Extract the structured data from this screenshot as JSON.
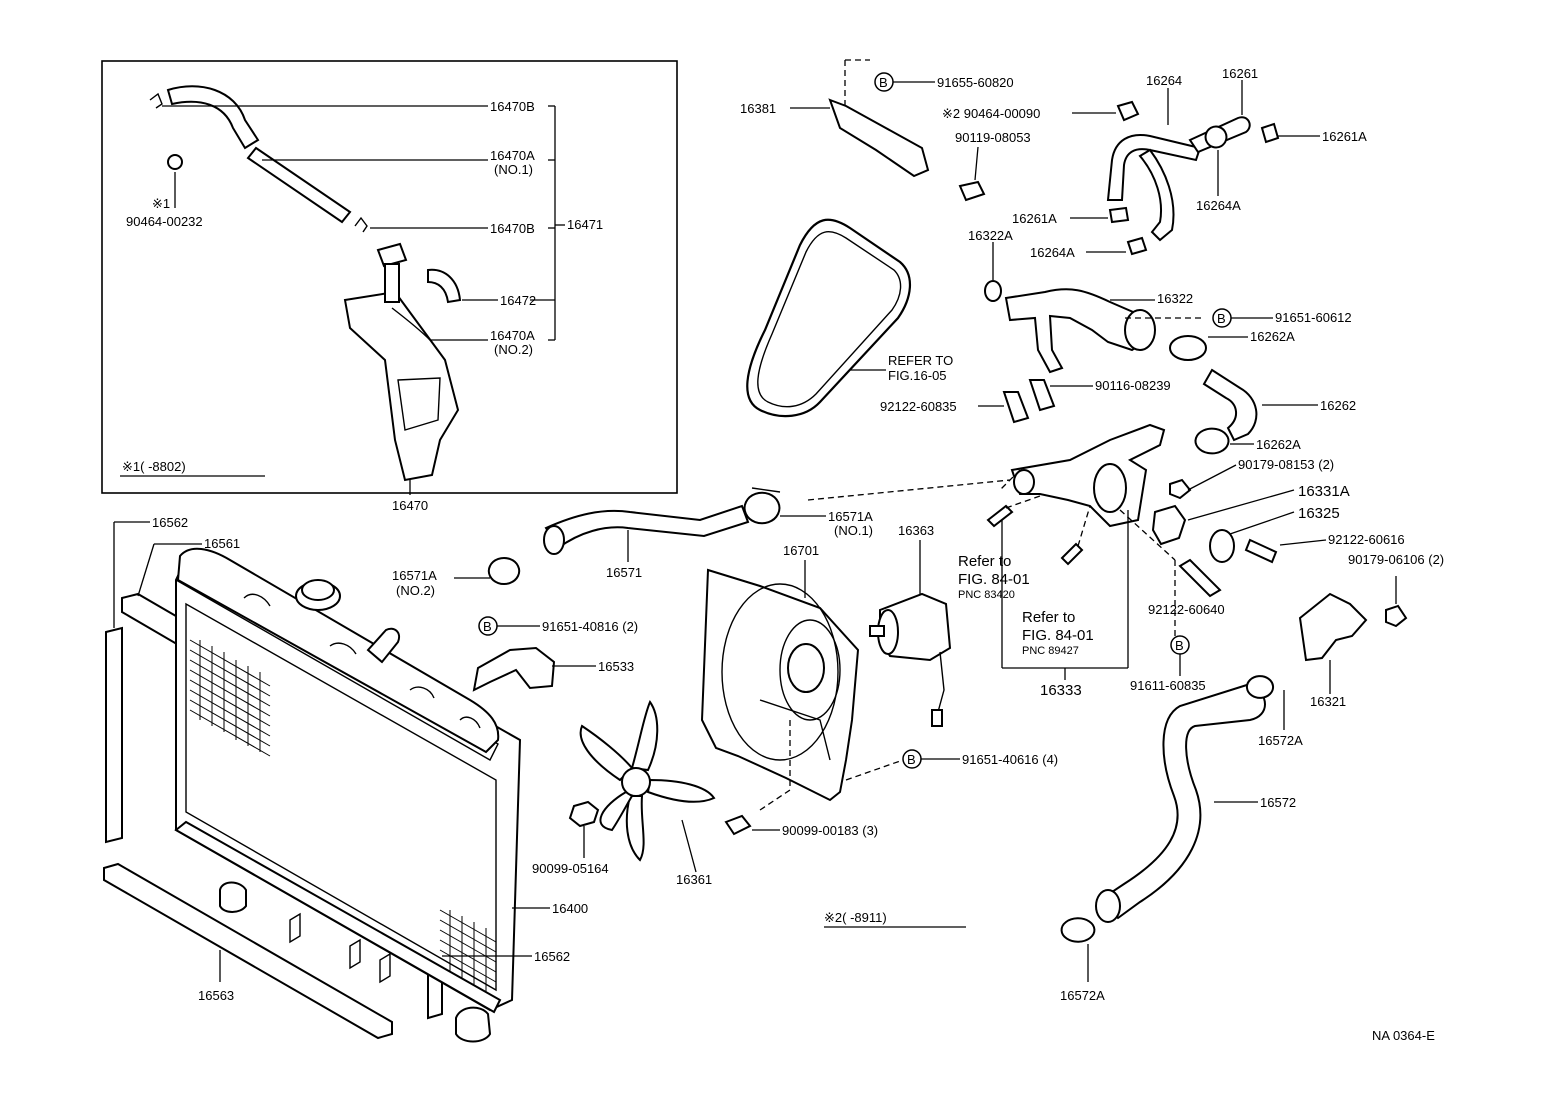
{
  "inset": {
    "note": "※1(      -8802)"
  },
  "note2": "※2(      -8911)",
  "footer": "NA 0364-E",
  "labels": {
    "p16470B_1": "16470B",
    "p16470A_1": "16470A",
    "p16470A_1_no": "(NO.1)",
    "p16470B_2": "16470B",
    "p16471": "16471",
    "p16472": "16472",
    "p16470A_2": "16470A",
    "p16470A_2_no": "(NO.2)",
    "p90464_00232_mark": "※1",
    "p90464_00232": "90464-00232",
    "p16470": "16470",
    "p16381": "16381",
    "p91655_60820": "91655-60820",
    "p90464_00090": "※2 90464-00090",
    "p90119_08053": "90119-08053",
    "p16264": "16264",
    "p16261": "16261",
    "p16261A_1": "16261A",
    "p16264A_1": "16264A",
    "p16261A_2": "16261A",
    "p16264A_2": "16264A",
    "p16322A": "16322A",
    "p16322": "16322",
    "p91651_60612": "91651-60612",
    "p16262A_1": "16262A",
    "refer_fig16_05_a": "REFER TO",
    "refer_fig16_05_b": "FIG.16-05",
    "p90116_08239": "90116-08239",
    "p92122_60835": "92122-60835",
    "p16262": "16262",
    "p16262A_2": "16262A",
    "p90179_08153": "90179-08153 (2)",
    "p16331A": "16331A",
    "p16325": "16325",
    "p92122_60616": "92122-60616",
    "p90179_06106": "90179-06106 (2)",
    "p92122_60640": "92122-60640",
    "p16321": "16321",
    "p91611_60835": "91611-60835",
    "p16572A_1": "16572A",
    "p16572": "16572",
    "p16572A_2": "16572A",
    "p16562_1": "16562",
    "p16561": "16561",
    "p16571": "16571",
    "p16571A_1": "16571A",
    "p16571A_1_no": "(NO.1)",
    "p16571A_2": "16571A",
    "p16571A_2_no": "(NO.2)",
    "p16701": "16701",
    "p16363": "16363",
    "refer_84_01_a1": "Refer to",
    "refer_84_01_a2": "FIG. 84-01",
    "refer_84_01_a3": "PNC 83420",
    "refer_84_01_b1": "Refer to",
    "refer_84_01_b2": "FIG. 84-01",
    "refer_84_01_b3": "PNC 89427",
    "p16333": "16333",
    "p91651_40816": "91651-40816 (2)",
    "p16533": "16533",
    "p91651_40616": "91651-40616 (4)",
    "p90099_00183": "90099-00183 (3)",
    "p90099_05164": "90099-05164",
    "p16361": "16361",
    "p16400": "16400",
    "p16562_2": "16562",
    "p16563": "16563",
    "bolt_mark": "B"
  }
}
